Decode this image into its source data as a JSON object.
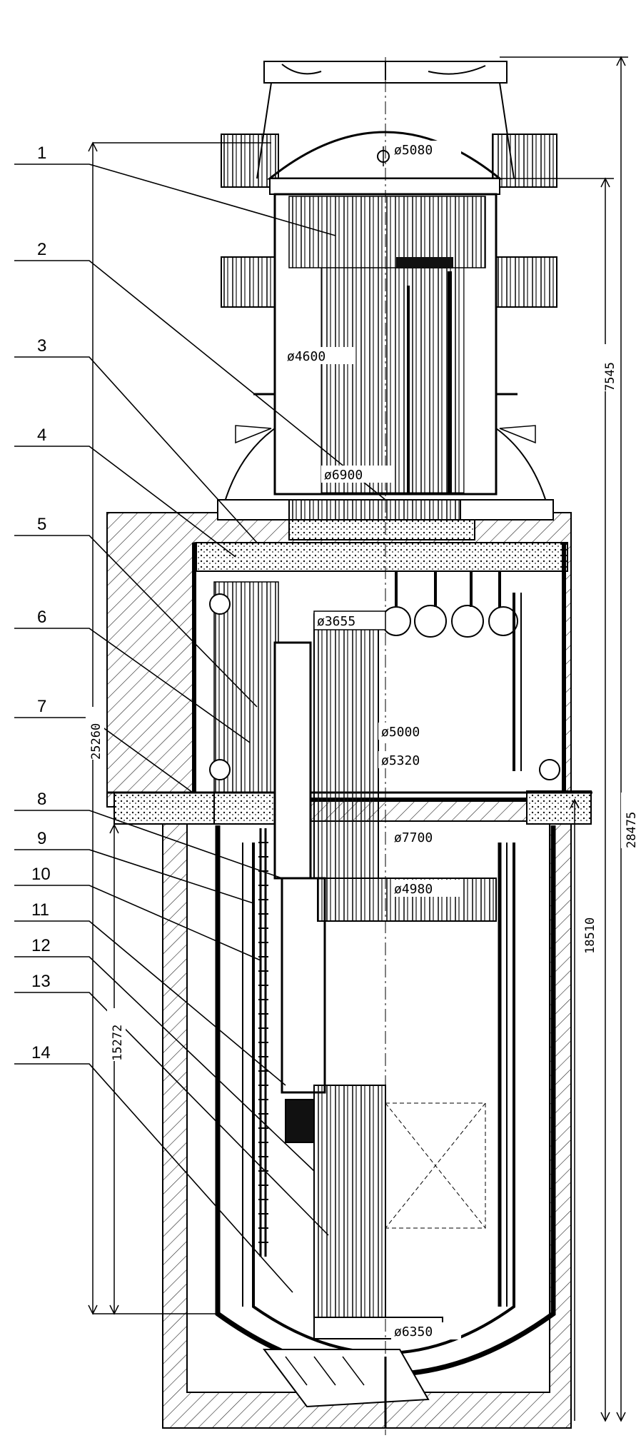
{
  "callouts": [
    {
      "num": "1"
    },
    {
      "num": "2"
    },
    {
      "num": "3"
    },
    {
      "num": "4"
    },
    {
      "num": "5"
    },
    {
      "num": "6"
    },
    {
      "num": "7"
    },
    {
      "num": "8"
    },
    {
      "num": "9"
    },
    {
      "num": "10"
    },
    {
      "num": "11"
    },
    {
      "num": "12"
    },
    {
      "num": "13"
    },
    {
      "num": "14"
    }
  ],
  "diameters": {
    "d1": "ø5080",
    "d2": "ø4600",
    "d3": "ø6900",
    "d4": "ø3655",
    "d5": "ø5000",
    "d6": "ø5320",
    "d7": "ø7700",
    "d8": "ø4980",
    "d9": "ø6350"
  },
  "vertical_dims": {
    "v1": "7545",
    "v2": "28475",
    "v3": "18510",
    "v4": "25260",
    "v5": "15272"
  }
}
